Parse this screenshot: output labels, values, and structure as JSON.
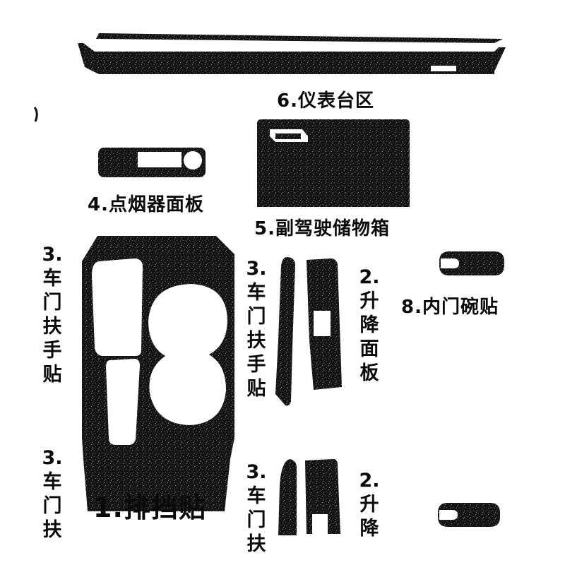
{
  "colors": {
    "sticker": "#151515",
    "speckle": "#8a8a8a",
    "background": "#ffffff",
    "text": "#0a0a0a"
  },
  "labels": {
    "dashboard": "6.仪表台区",
    "lighter_panel": "4.点烟器面板",
    "glovebox": "5.副驾驶储物箱",
    "inner_bowl": "8.内门碗贴",
    "gear_shift": "1.排挡贴",
    "armrest_left_top": "3.\n车\n门\n扶\n手\n贴",
    "armrest_left_bottom": "3.\n车\n门\n扶",
    "armrest_mid_top": "3.\n车\n门\n扶\n手\n贴",
    "armrest_mid_bottom": "3.\n车\n门\n扶",
    "window_panel_top": "2.\n升\n降\n面\n板",
    "window_panel_bottom": "2.\n升\n降"
  }
}
